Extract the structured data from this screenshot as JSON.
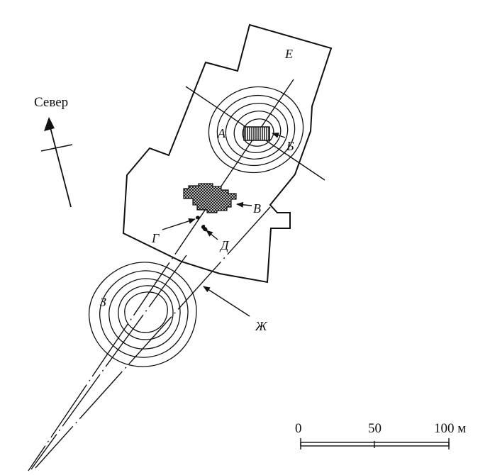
{
  "compass": {
    "label": "Север"
  },
  "labels": {
    "A": "А",
    "B": "Б",
    "V": "В",
    "G": "Г",
    "D": "Д",
    "E": "Е",
    "Zh": "Ж",
    "Z": "З"
  },
  "scale_bar": {
    "ticks": [
      "0",
      "50",
      "100 м"
    ]
  }
}
